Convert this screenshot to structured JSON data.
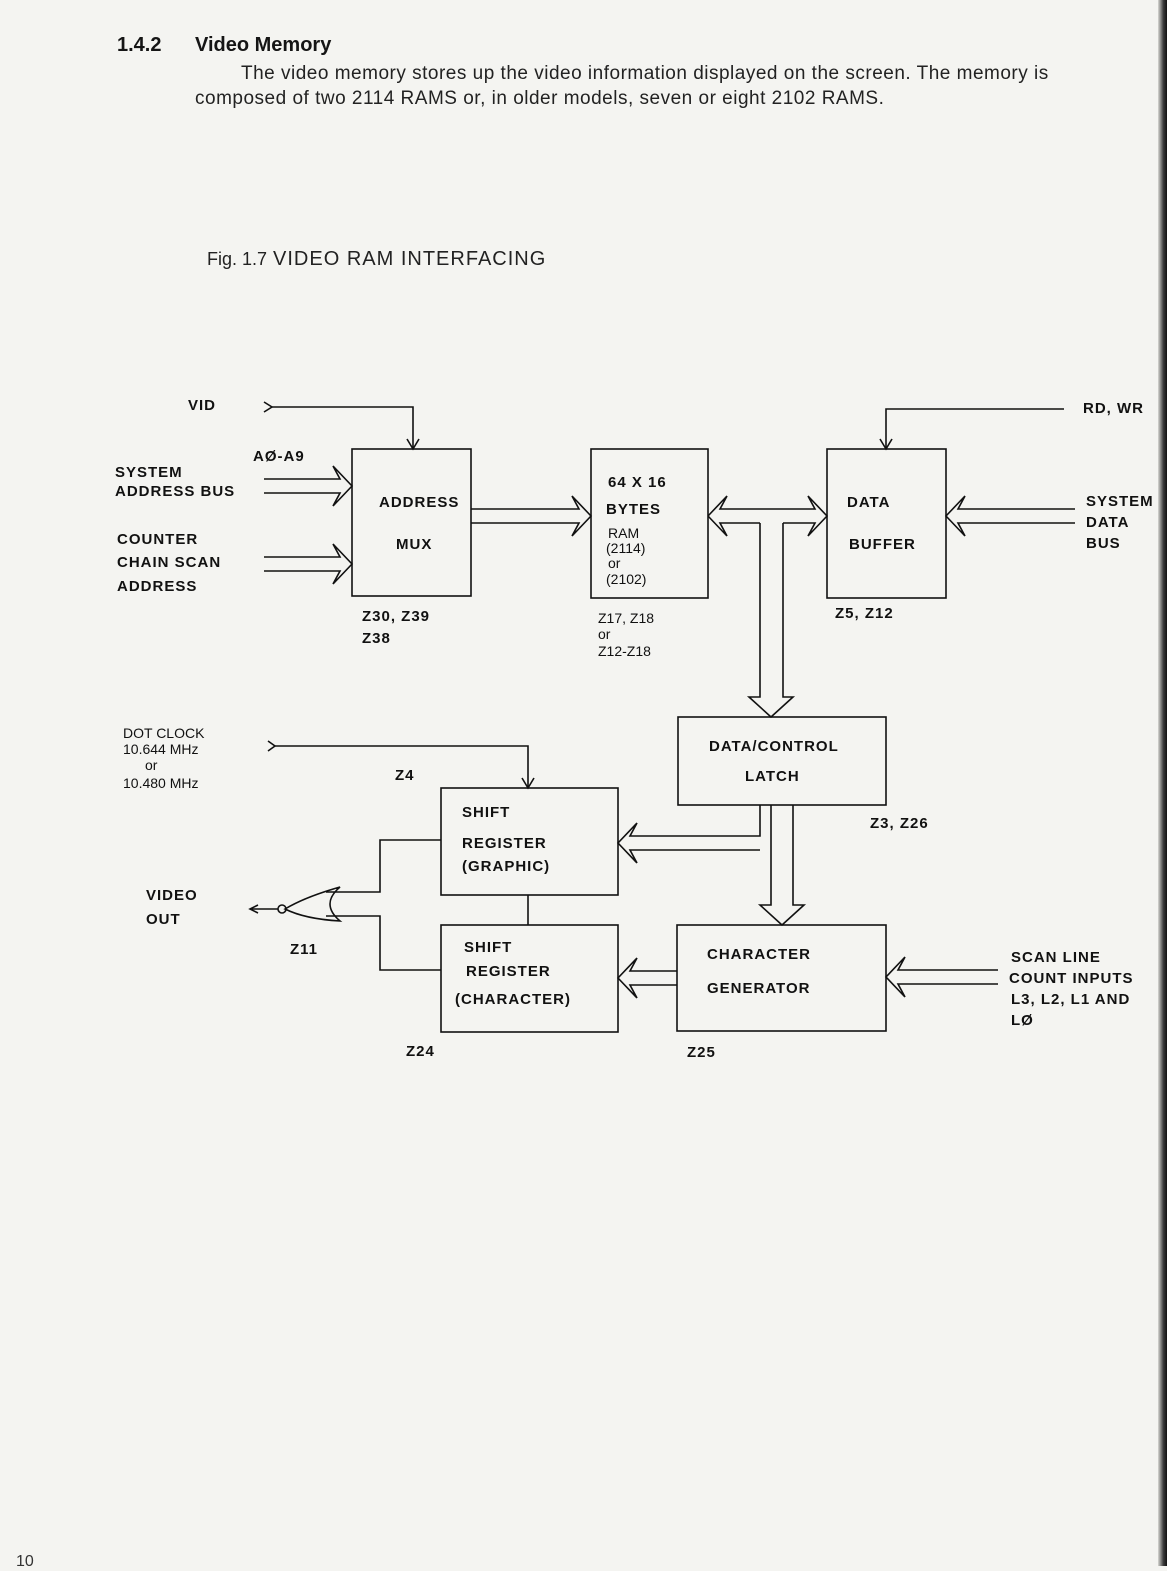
{
  "section": {
    "number": "1.4.2",
    "title": "Video Memory",
    "body": "The video memory stores up the video information displayed on the screen. The memory is composed of two 2114 RAMS or, in older models, seven or eight 2102 RAMS."
  },
  "figure": {
    "label": "Fig. 1.7",
    "title": "VIDEO RAM INTERFACING"
  },
  "diagram": {
    "inputs": {
      "vid": "VID",
      "address_lines": "AØ-A9",
      "system_address_bus": [
        "SYSTEM",
        "ADDRESS BUS"
      ],
      "counter_chain": [
        "COUNTER",
        "CHAIN SCAN",
        "ADDRESS"
      ],
      "rd_wr": "RD, WR",
      "system_data_bus": [
        "SYSTEM",
        "DATA",
        "BUS"
      ],
      "dot_clock": [
        "DOT CLOCK",
        "10.644 MHz",
        "or",
        "10.480 MHz"
      ],
      "scan_line": [
        "SCAN LINE",
        "COUNT INPUTS",
        "L3, L2, L1 AND",
        "LØ"
      ]
    },
    "output": {
      "video_out": [
        "VIDEO",
        "OUT"
      ],
      "gate_ref": "Z11"
    },
    "blocks": {
      "address_mux": {
        "lines": [
          "ADDRESS",
          "MUX"
        ],
        "refs": [
          "Z30,   Z39",
          "Z38"
        ]
      },
      "ram": {
        "lines": [
          "64 X 16",
          "BYTES"
        ],
        "detail": [
          "RAM",
          "(2114)",
          "or",
          "(2102)"
        ],
        "refs": [
          "Z17, Z18",
          "or",
          "Z12-Z18"
        ]
      },
      "data_buffer": {
        "lines": [
          "DATA",
          "BUFFER"
        ],
        "refs": [
          "Z5,   Z12"
        ]
      },
      "latch": {
        "lines": [
          "DATA/CONTROL",
          "LATCH"
        ],
        "refs": [
          "Z3,   Z26"
        ]
      },
      "shift_graphic": {
        "lines": [
          "SHIFT",
          "REGISTER",
          "(GRAPHIC)"
        ],
        "refs": [
          "Z4"
        ]
      },
      "shift_character": {
        "lines": [
          "SHIFT",
          "REGISTER",
          "(CHARACTER)"
        ],
        "refs": [
          "Z24"
        ]
      },
      "char_gen": {
        "lines": [
          "CHARACTER",
          "GENERATOR"
        ],
        "refs": [
          "Z25"
        ]
      }
    }
  },
  "page_number": "10"
}
